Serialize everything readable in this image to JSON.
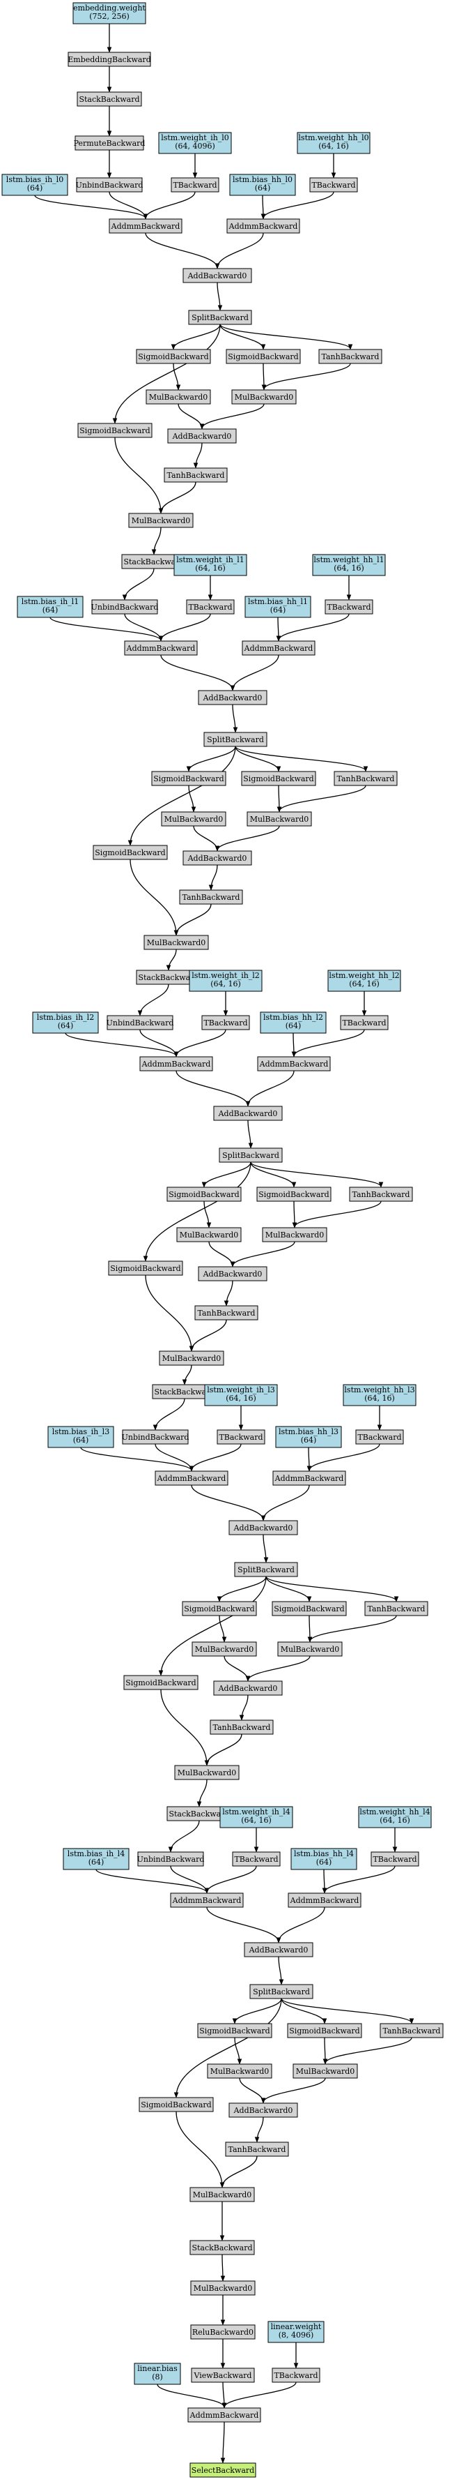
{
  "colors": {
    "op": "#d3d3d3",
    "param": "#add8e6",
    "output": "#c6f07a"
  },
  "nodes": [
    {
      "id": "emb_w",
      "kind": "param",
      "lines": [
        "embedding.weight",
        "(752, 256)"
      ]
    },
    {
      "id": "emb",
      "kind": "op",
      "lines": [
        "EmbeddingBackward"
      ]
    },
    {
      "id": "stk0",
      "kind": "op",
      "lines": [
        "StackBackward"
      ]
    },
    {
      "id": "perm",
      "kind": "op",
      "lines": [
        "PermuteBackward"
      ]
    },
    {
      "id": "w_ih0",
      "kind": "param",
      "lines": [
        "lstm.weight_ih_l0",
        "(64, 4096)"
      ]
    },
    {
      "id": "w_hh0",
      "kind": "param",
      "lines": [
        "lstm.weight_hh_l0",
        "(64, 16)"
      ]
    },
    {
      "id": "b_ih0",
      "kind": "param",
      "lines": [
        "lstm.bias_ih_l0",
        "(64)"
      ]
    },
    {
      "id": "unb0",
      "kind": "op",
      "lines": [
        "UnbindBackward"
      ]
    },
    {
      "id": "t_ih0",
      "kind": "op",
      "lines": [
        "TBackward"
      ]
    },
    {
      "id": "b_hh0",
      "kind": "param",
      "lines": [
        "lstm.bias_hh_l0",
        "(64)"
      ]
    },
    {
      "id": "t_hh0",
      "kind": "op",
      "lines": [
        "TBackward"
      ]
    },
    {
      "id": "am_ih0",
      "kind": "op",
      "lines": [
        "AddmmBackward"
      ]
    },
    {
      "id": "am_hh0",
      "kind": "op",
      "lines": [
        "AddmmBackward"
      ]
    },
    {
      "id": "add0",
      "kind": "op",
      "lines": [
        "AddBackward0"
      ]
    },
    {
      "id": "spl0",
      "kind": "op",
      "lines": [
        "SplitBackward"
      ]
    },
    {
      "id": "sgA0",
      "kind": "op",
      "lines": [
        "SigmoidBackward"
      ]
    },
    {
      "id": "sgB0",
      "kind": "op",
      "lines": [
        "SigmoidBackward"
      ]
    },
    {
      "id": "th0",
      "kind": "op",
      "lines": [
        "TanhBackward"
      ]
    },
    {
      "id": "mA0",
      "kind": "op",
      "lines": [
        "MulBackward0"
      ]
    },
    {
      "id": "mB0",
      "kind": "op",
      "lines": [
        "MulBackward0"
      ]
    },
    {
      "id": "sgC0",
      "kind": "op",
      "lines": [
        "SigmoidBackward"
      ]
    },
    {
      "id": "ac0",
      "kind": "op",
      "lines": [
        "AddBackward0"
      ]
    },
    {
      "id": "tc0",
      "kind": "op",
      "lines": [
        "TanhBackward"
      ]
    },
    {
      "id": "mo0",
      "kind": "op",
      "lines": [
        "MulBackward0"
      ]
    },
    {
      "id": "stk1",
      "kind": "op",
      "lines": [
        "StackBackward"
      ]
    },
    {
      "id": "w_ih1",
      "kind": "param",
      "lines": [
        "lstm.weight_ih_l1",
        "(64, 16)"
      ]
    },
    {
      "id": "w_hh1",
      "kind": "param",
      "lines": [
        "lstm.weight_hh_l1",
        "(64, 16)"
      ]
    },
    {
      "id": "b_ih1",
      "kind": "param",
      "lines": [
        "lstm.bias_ih_l1",
        "(64)"
      ]
    },
    {
      "id": "unb1",
      "kind": "op",
      "lines": [
        "UnbindBackward"
      ]
    },
    {
      "id": "t_ih1",
      "kind": "op",
      "lines": [
        "TBackward"
      ]
    },
    {
      "id": "b_hh1",
      "kind": "param",
      "lines": [
        "lstm.bias_hh_l1",
        "(64)"
      ]
    },
    {
      "id": "t_hh1",
      "kind": "op",
      "lines": [
        "TBackward"
      ]
    },
    {
      "id": "am_ih1",
      "kind": "op",
      "lines": [
        "AddmmBackward"
      ]
    },
    {
      "id": "am_hh1",
      "kind": "op",
      "lines": [
        "AddmmBackward"
      ]
    },
    {
      "id": "add1",
      "kind": "op",
      "lines": [
        "AddBackward0"
      ]
    },
    {
      "id": "spl1",
      "kind": "op",
      "lines": [
        "SplitBackward"
      ]
    },
    {
      "id": "sgA1",
      "kind": "op",
      "lines": [
        "SigmoidBackward"
      ]
    },
    {
      "id": "sgB1",
      "kind": "op",
      "lines": [
        "SigmoidBackward"
      ]
    },
    {
      "id": "th1",
      "kind": "op",
      "lines": [
        "TanhBackward"
      ]
    },
    {
      "id": "mA1",
      "kind": "op",
      "lines": [
        "MulBackward0"
      ]
    },
    {
      "id": "mB1",
      "kind": "op",
      "lines": [
        "MulBackward0"
      ]
    },
    {
      "id": "sgC1",
      "kind": "op",
      "lines": [
        "SigmoidBackward"
      ]
    },
    {
      "id": "ac1",
      "kind": "op",
      "lines": [
        "AddBackward0"
      ]
    },
    {
      "id": "tc1",
      "kind": "op",
      "lines": [
        "TanhBackward"
      ]
    },
    {
      "id": "mo1",
      "kind": "op",
      "lines": [
        "MulBackward0"
      ]
    },
    {
      "id": "stk2",
      "kind": "op",
      "lines": [
        "StackBackward"
      ]
    },
    {
      "id": "w_ih2",
      "kind": "param",
      "lines": [
        "lstm.weight_ih_l2",
        "(64, 16)"
      ]
    },
    {
      "id": "w_hh2",
      "kind": "param",
      "lines": [
        "lstm.weight_hh_l2",
        "(64, 16)"
      ]
    },
    {
      "id": "b_ih2",
      "kind": "param",
      "lines": [
        "lstm.bias_ih_l2",
        "(64)"
      ]
    },
    {
      "id": "unb2",
      "kind": "op",
      "lines": [
        "UnbindBackward"
      ]
    },
    {
      "id": "t_ih2",
      "kind": "op",
      "lines": [
        "TBackward"
      ]
    },
    {
      "id": "b_hh2",
      "kind": "param",
      "lines": [
        "lstm.bias_hh_l2",
        "(64)"
      ]
    },
    {
      "id": "t_hh2",
      "kind": "op",
      "lines": [
        "TBackward"
      ]
    },
    {
      "id": "am_ih2",
      "kind": "op",
      "lines": [
        "AddmmBackward"
      ]
    },
    {
      "id": "am_hh2",
      "kind": "op",
      "lines": [
        "AddmmBackward"
      ]
    },
    {
      "id": "add2",
      "kind": "op",
      "lines": [
        "AddBackward0"
      ]
    },
    {
      "id": "spl2",
      "kind": "op",
      "lines": [
        "SplitBackward"
      ]
    },
    {
      "id": "sgA2",
      "kind": "op",
      "lines": [
        "SigmoidBackward"
      ]
    },
    {
      "id": "sgB2",
      "kind": "op",
      "lines": [
        "SigmoidBackward"
      ]
    },
    {
      "id": "th2",
      "kind": "op",
      "lines": [
        "TanhBackward"
      ]
    },
    {
      "id": "mA2",
      "kind": "op",
      "lines": [
        "MulBackward0"
      ]
    },
    {
      "id": "mB2",
      "kind": "op",
      "lines": [
        "MulBackward0"
      ]
    },
    {
      "id": "sgC2",
      "kind": "op",
      "lines": [
        "SigmoidBackward"
      ]
    },
    {
      "id": "ac2",
      "kind": "op",
      "lines": [
        "AddBackward0"
      ]
    },
    {
      "id": "tc2",
      "kind": "op",
      "lines": [
        "TanhBackward"
      ]
    },
    {
      "id": "mo2",
      "kind": "op",
      "lines": [
        "MulBackward0"
      ]
    },
    {
      "id": "stk3",
      "kind": "op",
      "lines": [
        "StackBackward"
      ]
    },
    {
      "id": "w_ih3",
      "kind": "param",
      "lines": [
        "lstm.weight_ih_l3",
        "(64, 16)"
      ]
    },
    {
      "id": "w_hh3",
      "kind": "param",
      "lines": [
        "lstm.weight_hh_l3",
        "(64, 16)"
      ]
    },
    {
      "id": "b_ih3",
      "kind": "param",
      "lines": [
        "lstm.bias_ih_l3",
        "(64)"
      ]
    },
    {
      "id": "unb3",
      "kind": "op",
      "lines": [
        "UnbindBackward"
      ]
    },
    {
      "id": "t_ih3",
      "kind": "op",
      "lines": [
        "TBackward"
      ]
    },
    {
      "id": "b_hh3",
      "kind": "param",
      "lines": [
        "lstm.bias_hh_l3",
        "(64)"
      ]
    },
    {
      "id": "t_hh3",
      "kind": "op",
      "lines": [
        "TBackward"
      ]
    },
    {
      "id": "am_ih3",
      "kind": "op",
      "lines": [
        "AddmmBackward"
      ]
    },
    {
      "id": "am_hh3",
      "kind": "op",
      "lines": [
        "AddmmBackward"
      ]
    },
    {
      "id": "add3",
      "kind": "op",
      "lines": [
        "AddBackward0"
      ]
    },
    {
      "id": "spl3",
      "kind": "op",
      "lines": [
        "SplitBackward"
      ]
    },
    {
      "id": "sgA3",
      "kind": "op",
      "lines": [
        "SigmoidBackward"
      ]
    },
    {
      "id": "sgB3",
      "kind": "op",
      "lines": [
        "SigmoidBackward"
      ]
    },
    {
      "id": "th3",
      "kind": "op",
      "lines": [
        "TanhBackward"
      ]
    },
    {
      "id": "mA3",
      "kind": "op",
      "lines": [
        "MulBackward0"
      ]
    },
    {
      "id": "mB3",
      "kind": "op",
      "lines": [
        "MulBackward0"
      ]
    },
    {
      "id": "sgC3",
      "kind": "op",
      "lines": [
        "SigmoidBackward"
      ]
    },
    {
      "id": "ac3",
      "kind": "op",
      "lines": [
        "AddBackward0"
      ]
    },
    {
      "id": "tc3",
      "kind": "op",
      "lines": [
        "TanhBackward"
      ]
    },
    {
      "id": "mo3",
      "kind": "op",
      "lines": [
        "MulBackward0"
      ]
    },
    {
      "id": "stk4",
      "kind": "op",
      "lines": [
        "StackBackward"
      ]
    },
    {
      "id": "w_ih4",
      "kind": "param",
      "lines": [
        "lstm.weight_ih_l4",
        "(64, 16)"
      ]
    },
    {
      "id": "w_hh4",
      "kind": "param",
      "lines": [
        "lstm.weight_hh_l4",
        "(64, 16)"
      ]
    },
    {
      "id": "b_ih4",
      "kind": "param",
      "lines": [
        "lstm.bias_ih_l4",
        "(64)"
      ]
    },
    {
      "id": "unb4",
      "kind": "op",
      "lines": [
        "UnbindBackward"
      ]
    },
    {
      "id": "t_ih4",
      "kind": "op",
      "lines": [
        "TBackward"
      ]
    },
    {
      "id": "b_hh4",
      "kind": "param",
      "lines": [
        "lstm.bias_hh_l4",
        "(64)"
      ]
    },
    {
      "id": "t_hh4",
      "kind": "op",
      "lines": [
        "TBackward"
      ]
    },
    {
      "id": "am_ih4",
      "kind": "op",
      "lines": [
        "AddmmBackward"
      ]
    },
    {
      "id": "am_hh4",
      "kind": "op",
      "lines": [
        "AddmmBackward"
      ]
    },
    {
      "id": "add4",
      "kind": "op",
      "lines": [
        "AddBackward0"
      ]
    },
    {
      "id": "spl4",
      "kind": "op",
      "lines": [
        "SplitBackward"
      ]
    },
    {
      "id": "sgA4",
      "kind": "op",
      "lines": [
        "SigmoidBackward"
      ]
    },
    {
      "id": "sgB4",
      "kind": "op",
      "lines": [
        "SigmoidBackward"
      ]
    },
    {
      "id": "th4",
      "kind": "op",
      "lines": [
        "TanhBackward"
      ]
    },
    {
      "id": "mA4",
      "kind": "op",
      "lines": [
        "MulBackward0"
      ]
    },
    {
      "id": "mB4",
      "kind": "op",
      "lines": [
        "MulBackward0"
      ]
    },
    {
      "id": "sgC4",
      "kind": "op",
      "lines": [
        "SigmoidBackward"
      ]
    },
    {
      "id": "ac4",
      "kind": "op",
      "lines": [
        "AddBackward0"
      ]
    },
    {
      "id": "tc4",
      "kind": "op",
      "lines": [
        "TanhBackward"
      ]
    },
    {
      "id": "mo4",
      "kind": "op",
      "lines": [
        "MulBackward0"
      ]
    },
    {
      "id": "stk5",
      "kind": "op",
      "lines": [
        "StackBackward"
      ]
    },
    {
      "id": "mul_fin",
      "kind": "op",
      "lines": [
        "MulBackward0"
      ]
    },
    {
      "id": "relu",
      "kind": "op",
      "lines": [
        "ReluBackward0"
      ]
    },
    {
      "id": "lin_w",
      "kind": "param",
      "lines": [
        "linear.weight",
        "(8, 4096)"
      ]
    },
    {
      "id": "lin_b",
      "kind": "param",
      "lines": [
        "linear.bias",
        "(8)"
      ]
    },
    {
      "id": "view",
      "kind": "op",
      "lines": [
        "ViewBackward"
      ]
    },
    {
      "id": "t_lin",
      "kind": "op",
      "lines": [
        "TBackward"
      ]
    },
    {
      "id": "am_fin",
      "kind": "op",
      "lines": [
        "AddmmBackward"
      ]
    },
    {
      "id": "sel",
      "kind": "output",
      "lines": [
        "SelectBackward"
      ]
    }
  ],
  "edges": [
    [
      "emb_w",
      "emb"
    ],
    [
      "emb",
      "stk0"
    ],
    [
      "stk0",
      "perm"
    ],
    [
      "perm",
      "unb0"
    ],
    [
      "w_ih0",
      "t_ih0"
    ],
    [
      "w_hh0",
      "t_hh0"
    ],
    [
      "b_ih0",
      "am_ih0"
    ],
    [
      "unb0",
      "am_ih0"
    ],
    [
      "t_ih0",
      "am_ih0"
    ],
    [
      "b_hh0",
      "am_hh0"
    ],
    [
      "t_hh0",
      "am_hh0"
    ],
    [
      "am_ih0",
      "add0"
    ],
    [
      "am_hh0",
      "add0"
    ],
    [
      "add0",
      "spl0"
    ],
    [
      "spl0",
      "sgC0"
    ],
    [
      "spl0",
      "sgA0"
    ],
    [
      "spl0",
      "sgB0"
    ],
    [
      "spl0",
      "th0"
    ],
    [
      "sgA0",
      "mA0"
    ],
    [
      "sgB0",
      "mB0"
    ],
    [
      "th0",
      "mB0"
    ],
    [
      "mA0",
      "ac0"
    ],
    [
      "mB0",
      "ac0"
    ],
    [
      "ac0",
      "tc0"
    ],
    [
      "sgC0",
      "mo0"
    ],
    [
      "tc0",
      "mo0"
    ],
    [
      "mo0",
      "stk1"
    ],
    [
      "stk1",
      "unb1"
    ],
    [
      "w_ih1",
      "t_ih1"
    ],
    [
      "w_hh1",
      "t_hh1"
    ],
    [
      "b_ih1",
      "am_ih1"
    ],
    [
      "unb1",
      "am_ih1"
    ],
    [
      "t_ih1",
      "am_ih1"
    ],
    [
      "b_hh1",
      "am_hh1"
    ],
    [
      "t_hh1",
      "am_hh1"
    ],
    [
      "am_ih1",
      "add1"
    ],
    [
      "am_hh1",
      "add1"
    ],
    [
      "add1",
      "spl1"
    ],
    [
      "spl1",
      "sgC1"
    ],
    [
      "spl1",
      "sgA1"
    ],
    [
      "spl1",
      "sgB1"
    ],
    [
      "spl1",
      "th1"
    ],
    [
      "sgA1",
      "mA1"
    ],
    [
      "sgB1",
      "mB1"
    ],
    [
      "th1",
      "mB1"
    ],
    [
      "mA1",
      "ac1"
    ],
    [
      "mB1",
      "ac1"
    ],
    [
      "ac1",
      "tc1"
    ],
    [
      "sgC1",
      "mo1"
    ],
    [
      "tc1",
      "mo1"
    ],
    [
      "mo1",
      "stk2"
    ],
    [
      "stk2",
      "unb2"
    ],
    [
      "w_ih2",
      "t_ih2"
    ],
    [
      "w_hh2",
      "t_hh2"
    ],
    [
      "b_ih2",
      "am_ih2"
    ],
    [
      "unb2",
      "am_ih2"
    ],
    [
      "t_ih2",
      "am_ih2"
    ],
    [
      "b_hh2",
      "am_hh2"
    ],
    [
      "t_hh2",
      "am_hh2"
    ],
    [
      "am_ih2",
      "add2"
    ],
    [
      "am_hh2",
      "add2"
    ],
    [
      "add2",
      "spl2"
    ],
    [
      "spl2",
      "sgC2"
    ],
    [
      "spl2",
      "sgA2"
    ],
    [
      "spl2",
      "sgB2"
    ],
    [
      "spl2",
      "th2"
    ],
    [
      "sgA2",
      "mA2"
    ],
    [
      "sgB2",
      "mB2"
    ],
    [
      "th2",
      "mB2"
    ],
    [
      "mA2",
      "ac2"
    ],
    [
      "mB2",
      "ac2"
    ],
    [
      "ac2",
      "tc2"
    ],
    [
      "sgC2",
      "mo2"
    ],
    [
      "tc2",
      "mo2"
    ],
    [
      "mo2",
      "stk3"
    ],
    [
      "stk3",
      "unb3"
    ],
    [
      "w_ih3",
      "t_ih3"
    ],
    [
      "w_hh3",
      "t_hh3"
    ],
    [
      "b_ih3",
      "am_ih3"
    ],
    [
      "unb3",
      "am_ih3"
    ],
    [
      "t_ih3",
      "am_ih3"
    ],
    [
      "b_hh3",
      "am_hh3"
    ],
    [
      "t_hh3",
      "am_hh3"
    ],
    [
      "am_ih3",
      "add3"
    ],
    [
      "am_hh3",
      "add3"
    ],
    [
      "add3",
      "spl3"
    ],
    [
      "spl3",
      "sgC3"
    ],
    [
      "spl3",
      "sgA3"
    ],
    [
      "spl3",
      "sgB3"
    ],
    [
      "spl3",
      "th3"
    ],
    [
      "sgA3",
      "mA3"
    ],
    [
      "sgB3",
      "mB3"
    ],
    [
      "th3",
      "mB3"
    ],
    [
      "mA3",
      "ac3"
    ],
    [
      "mB3",
      "ac3"
    ],
    [
      "ac3",
      "tc3"
    ],
    [
      "sgC3",
      "mo3"
    ],
    [
      "tc3",
      "mo3"
    ],
    [
      "mo3",
      "stk4"
    ],
    [
      "stk4",
      "unb4"
    ],
    [
      "w_ih4",
      "t_ih4"
    ],
    [
      "w_hh4",
      "t_hh4"
    ],
    [
      "b_ih4",
      "am_ih4"
    ],
    [
      "unb4",
      "am_ih4"
    ],
    [
      "t_ih4",
      "am_ih4"
    ],
    [
      "b_hh4",
      "am_hh4"
    ],
    [
      "t_hh4",
      "am_hh4"
    ],
    [
      "am_ih4",
      "add4"
    ],
    [
      "am_hh4",
      "add4"
    ],
    [
      "add4",
      "spl4"
    ],
    [
      "spl4",
      "sgC4"
    ],
    [
      "spl4",
      "sgA4"
    ],
    [
      "spl4",
      "sgB4"
    ],
    [
      "spl4",
      "th4"
    ],
    [
      "sgA4",
      "mA4"
    ],
    [
      "sgB4",
      "mB4"
    ],
    [
      "th4",
      "mB4"
    ],
    [
      "mA4",
      "ac4"
    ],
    [
      "mB4",
      "ac4"
    ],
    [
      "ac4",
      "tc4"
    ],
    [
      "sgC4",
      "mo4"
    ],
    [
      "tc4",
      "mo4"
    ],
    [
      "mo4",
      "stk5"
    ],
    [
      "stk5",
      "mul_fin"
    ],
    [
      "mul_fin",
      "relu"
    ],
    [
      "relu",
      "view"
    ],
    [
      "lin_w",
      "t_lin"
    ],
    [
      "lin_b",
      "am_fin"
    ],
    [
      "view",
      "am_fin"
    ],
    [
      "t_lin",
      "am_fin"
    ],
    [
      "am_fin",
      "sel"
    ]
  ]
}
